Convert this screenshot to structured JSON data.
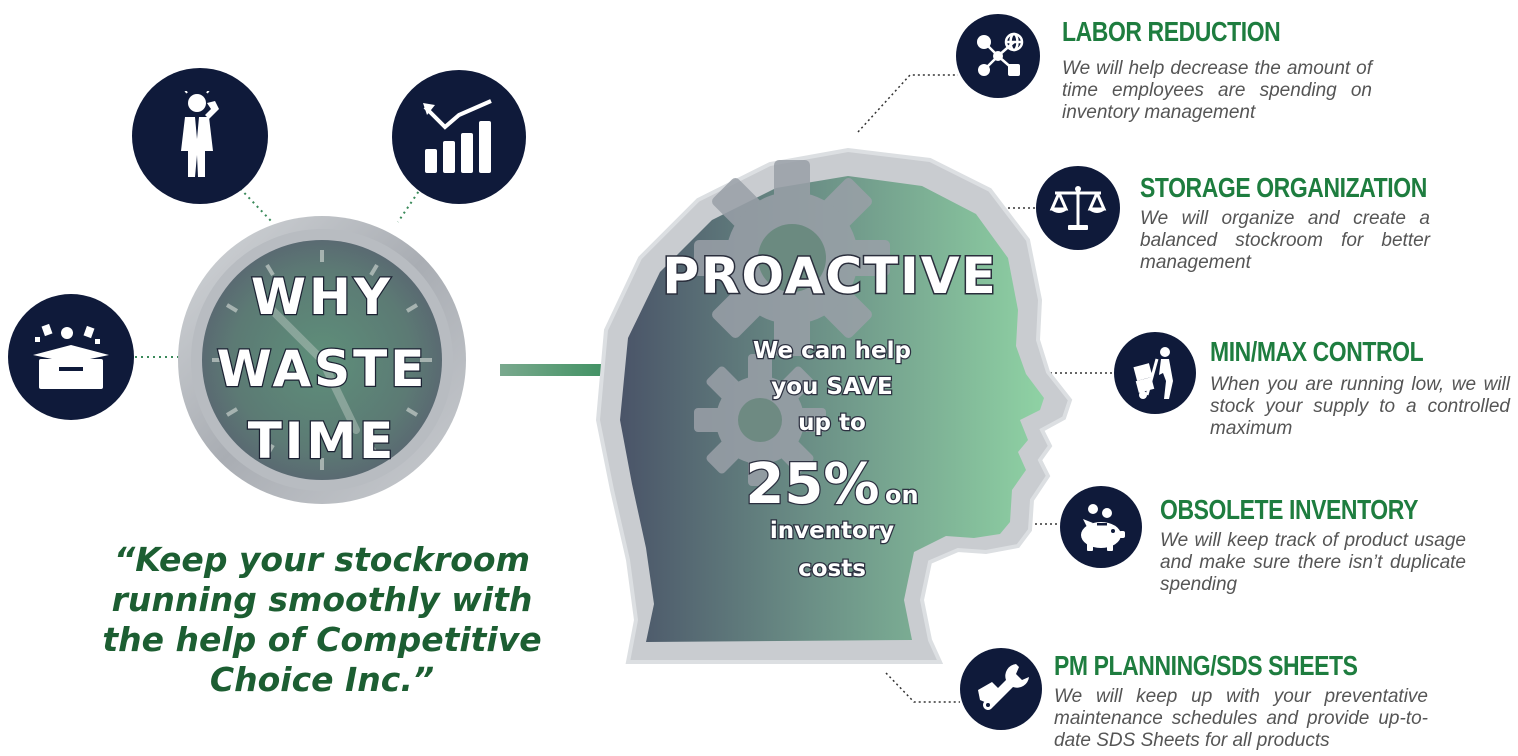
{
  "clock": {
    "lines": [
      "WHY",
      "WASTE",
      "TIME"
    ]
  },
  "quote": "“Keep your stockroom running smoothly with the help of Competitive Choice Inc.”",
  "head": {
    "title": "PROACTIVE",
    "save_lines": [
      "We can help",
      "you SAVE",
      "up to"
    ],
    "percent": "25%",
    "percent_suffix": "on",
    "tail_lines": [
      "inventory",
      "costs"
    ]
  },
  "features": [
    {
      "title": "LABOR REDUCTION",
      "description": "We will help decrease the amount of time employees are spending on inventory management",
      "icon": "network-icon"
    },
    {
      "title": "STORAGE ORGANIZATION",
      "description": "We will organize and create a balanced stockroom for better management",
      "icon": "scale-icon"
    },
    {
      "title": "MIN/MAX CONTROL",
      "description": "When you are running low, we will stock your supply to a controlled maximum",
      "icon": "hand-truck-icon"
    },
    {
      "title": "OBSOLETE INVENTORY",
      "description": "We will keep track of product usage and make sure there isn’t duplicate spending",
      "icon": "piggy-bank-icon"
    },
    {
      "title": "PM PLANNING/SDS SHEETS",
      "description": "We will keep up with your preventative maintenance schedules and provide up-to-date SDS Sheets for all products",
      "icon": "wrench-icon"
    }
  ],
  "left_icons": [
    "stressed-person-icon",
    "declining-chart-icon",
    "messy-box-icon"
  ],
  "colors": {
    "navy": "#0f1a3a",
    "green": "#1e7d3f",
    "dark_green": "#1c5e32",
    "grey_text": "#555555"
  }
}
